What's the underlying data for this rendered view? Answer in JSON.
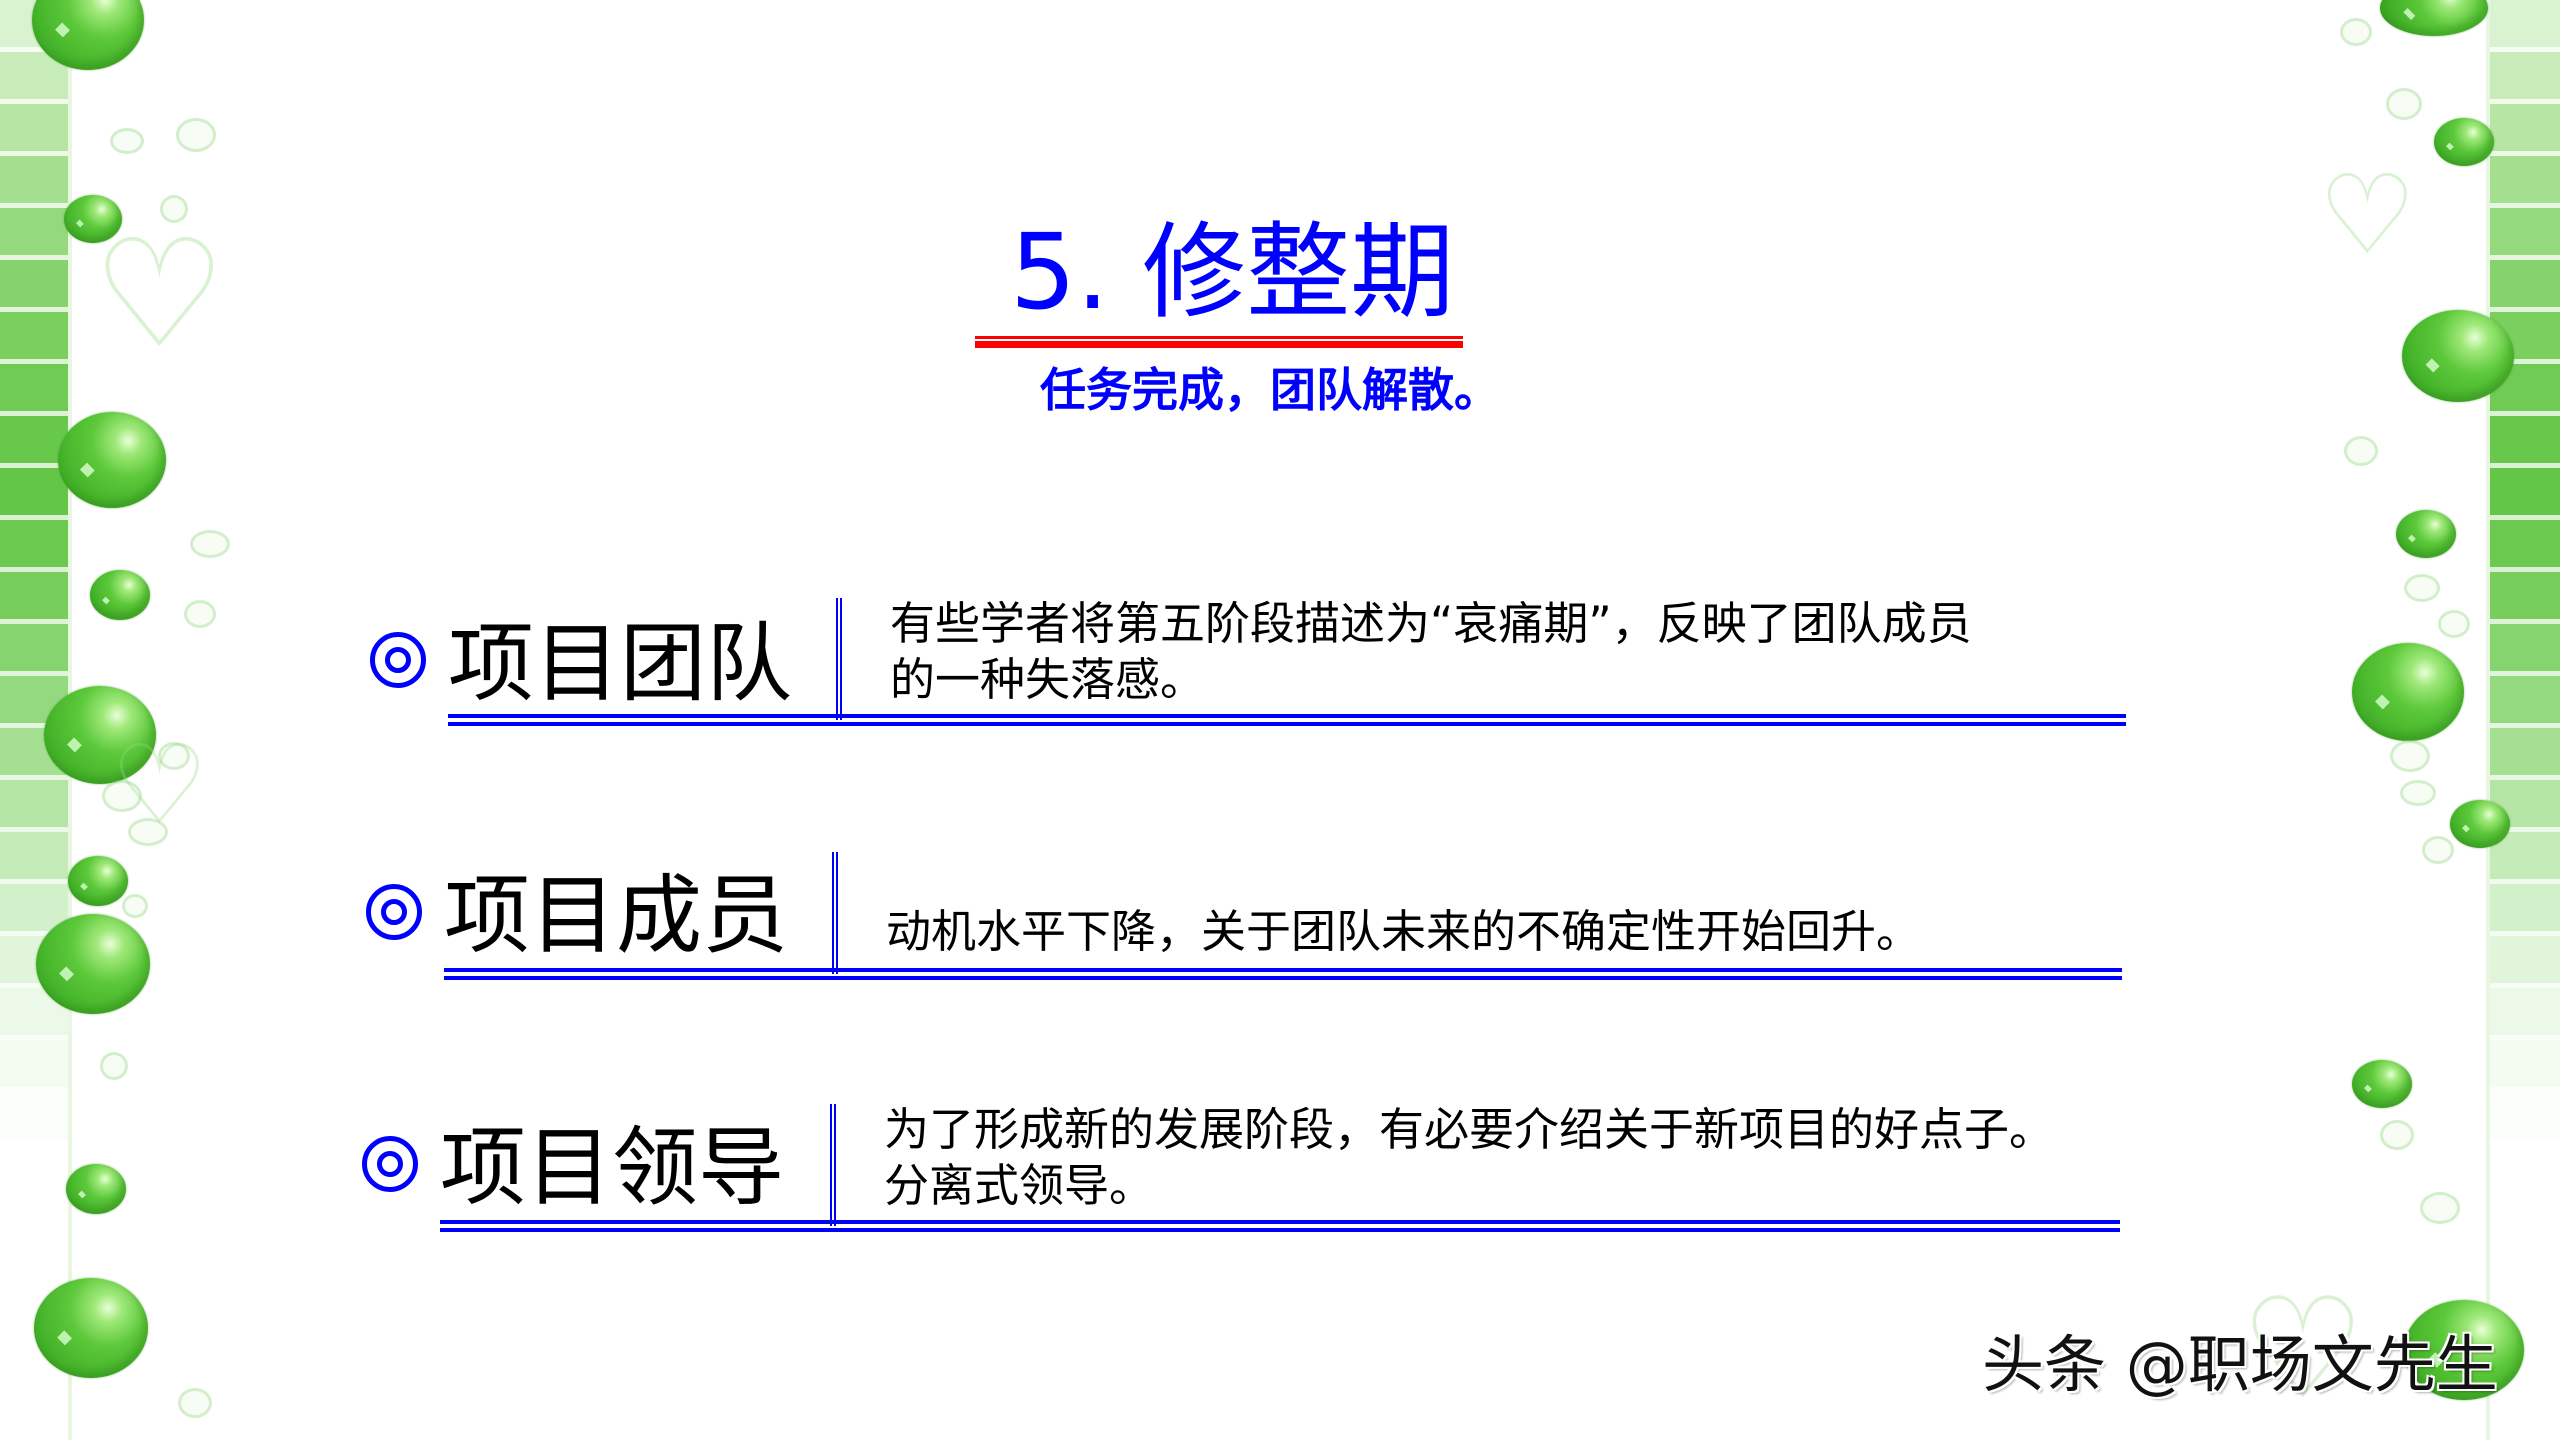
{
  "slide": {
    "title": "5. 修整期",
    "subtitle": "任务完成，团队解散。",
    "colors": {
      "title": "#0000ff",
      "title_underline": "#ff0000",
      "row_lines": "#0000ff",
      "heading_text": "#000000",
      "decor_green": "#5cc83a"
    },
    "rows": [
      {
        "bullet_icon": "double-circle-icon",
        "heading": "项目团队",
        "description_lines": [
          "有些学者将第五阶段描述为“哀痛期”，反映了团队成员",
          "的一种失落感。"
        ]
      },
      {
        "bullet_icon": "double-circle-icon",
        "heading": "项目成员",
        "description_lines": [
          "动机水平下降，关于团队未来的不确定性开始回升。"
        ]
      },
      {
        "bullet_icon": "double-circle-icon",
        "heading": "项目领导",
        "description_lines": [
          "为了形成新的发展阶段，有必要介绍关于新项目的好点子。",
          "分离式领导。"
        ]
      }
    ]
  },
  "watermark": {
    "text": "头条 @职场文先生"
  }
}
